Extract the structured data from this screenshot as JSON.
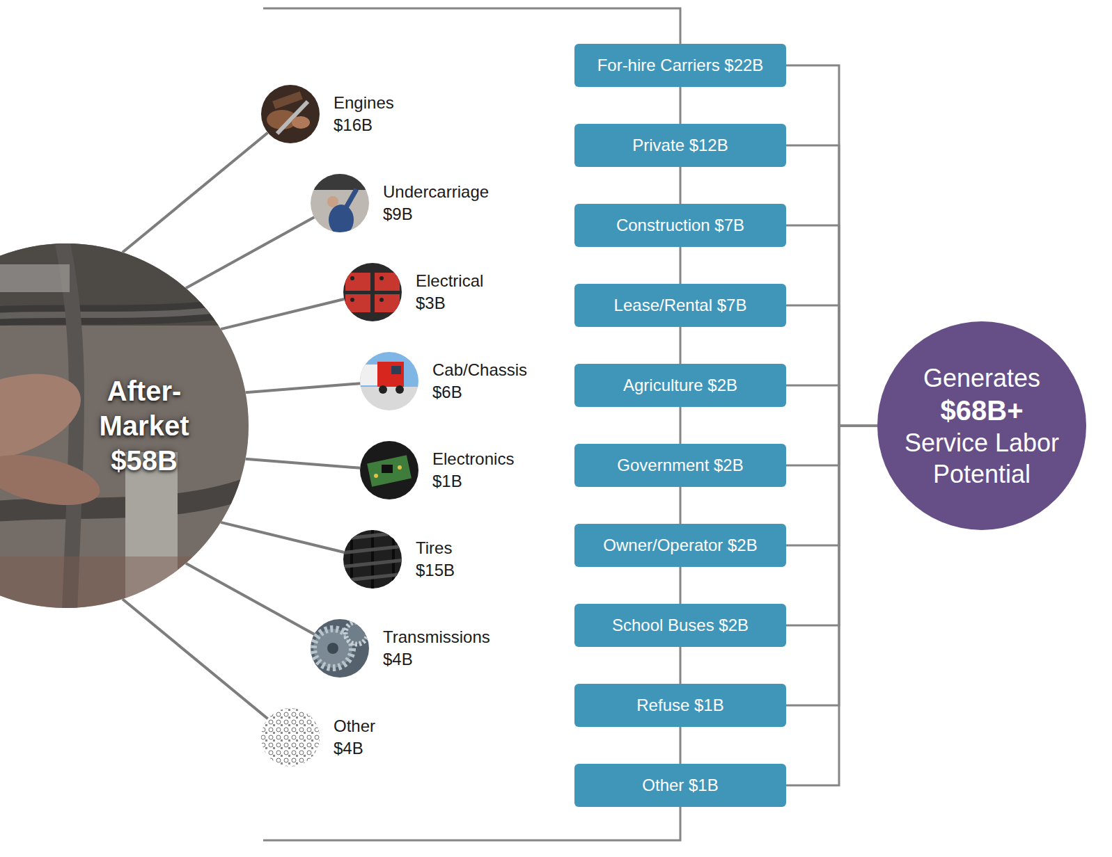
{
  "diagram": {
    "nodes": [
      {
        "text": [
          "After-Market $58B"
        ]
      },
      {
        "text": [
          "Engines $16B"
        ]
      },
      {
        "text": [
          "Undercarriage $9B"
        ]
      },
      {
        "text": [
          "Electrical $3B"
        ]
      },
      {
        "text": [
          "Cab/Chassis $6B"
        ]
      },
      {
        "text": [
          "Electronics $1B"
        ]
      },
      {
        "text": [
          "Tires $15B"
        ]
      },
      {
        "text": [
          "Transmissions $4B"
        ]
      },
      {
        "text": [
          "Other $4B"
        ]
      },
      {
        "text": [
          "For-hire Carriers $22B"
        ]
      },
      {
        "text": [
          "Private $12B"
        ]
      },
      {
        "text": [
          "Construction $7B"
        ]
      },
      {
        "text": [
          "Lease/Rental $7B"
        ]
      },
      {
        "text": [
          "Agriculture $2B"
        ]
      },
      {
        "text": [
          "Government $2B"
        ]
      },
      {
        "text": [
          "Owner/Operator $2B"
        ]
      },
      {
        "text": [
          "School Buses $2B"
        ]
      },
      {
        "text": [
          "Refuse $1B"
        ]
      },
      {
        "text": [
          "Other $1B"
        ]
      },
      {
        "text": [
          "Generates",
          "$68B+",
          "Service Labor Potential"
        ]
      }
    ],
    "edges": [
      {
        "from": 0,
        "to": 1,
        "arrow": "none"
      },
      {
        "from": 0,
        "to": 2,
        "arrow": "none"
      },
      {
        "from": 0,
        "to": 3,
        "arrow": "none"
      },
      {
        "from": 0,
        "to": 4,
        "arrow": "none"
      },
      {
        "from": 0,
        "to": 5,
        "arrow": "none"
      },
      {
        "from": 0,
        "to": 6,
        "arrow": "none"
      },
      {
        "from": 0,
        "to": 7,
        "arrow": "none"
      },
      {
        "from": 0,
        "to": 8,
        "arrow": "none"
      },
      {
        "from": 9,
        "to": 10,
        "arrow": "none"
      },
      {
        "from": 10,
        "to": 11,
        "arrow": "none"
      },
      {
        "from": 11,
        "to": 12,
        "arrow": "none"
      },
      {
        "from": 12,
        "to": 13,
        "arrow": "none"
      },
      {
        "from": 13,
        "to": 14,
        "arrow": "none"
      },
      {
        "from": 14,
        "to": 15,
        "arrow": "none"
      },
      {
        "from": 15,
        "to": 16,
        "arrow": "none"
      },
      {
        "from": 16,
        "to": 17,
        "arrow": "none"
      },
      {
        "from": 17,
        "to": 18,
        "arrow": "none"
      },
      {
        "from": 9,
        "to": 19,
        "arrow": "none"
      },
      {
        "from": 10,
        "to": 19,
        "arrow": "none"
      },
      {
        "from": 11,
        "to": 19,
        "arrow": "none"
      },
      {
        "from": 12,
        "to": 19,
        "arrow": "none"
      },
      {
        "from": 13,
        "to": 19,
        "arrow": "none"
      },
      {
        "from": 14,
        "to": 19,
        "arrow": "none"
      },
      {
        "from": 15,
        "to": 19,
        "arrow": "none"
      },
      {
        "from": 16,
        "to": 19,
        "arrow": "none"
      },
      {
        "from": 17,
        "to": 19,
        "arrow": "none"
      },
      {
        "from": 18,
        "to": 19,
        "arrow": "none"
      }
    ]
  }
}
